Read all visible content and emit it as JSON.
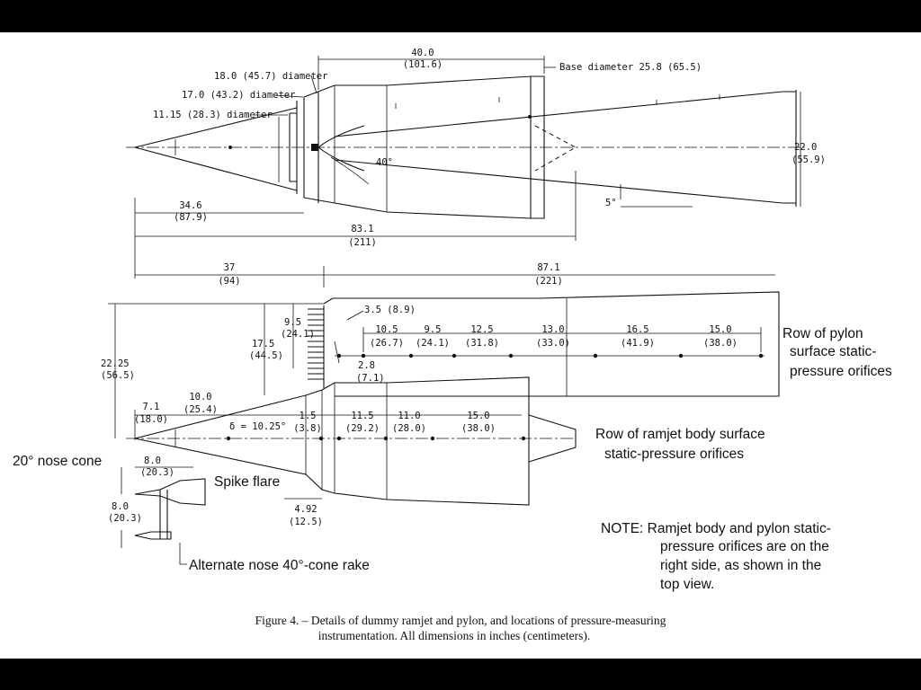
{
  "top_view": {
    "dims": {
      "len_40": "40.0",
      "len_40_cm": "(101.6)",
      "d18": "18.0 (45.7) diameter",
      "d17": "17.0 (43.2) diameter",
      "d1115": "11.15 (28.3) diameter",
      "base": "Base diameter 25.8 (65.5)",
      "angle40": "40°",
      "d22": "22.0",
      "d22_cm": "(55.9)",
      "angle5": "5°",
      "l346": "34.6",
      "l346_cm": "(87.9)",
      "l831": "83.1",
      "l831_cm": "(211)"
    }
  },
  "side_view": {
    "dims": {
      "l37": "37",
      "l37_cm": "(94)",
      "l871": "87.1",
      "l871_cm": "(221)",
      "h2225": "22.25",
      "h2225_cm": "(56.5)",
      "h175": "17.5",
      "h175_cm": "(44.5)",
      "h95": "9.5",
      "h95_cm": "(24.1)",
      "p35": "3.5 (8.9)",
      "p28": "2.8",
      "p28_cm": "(7.1)",
      "n71": "7.1",
      "n71_cm": "(18.0)",
      "n100": "10.0",
      "n100_cm": "(25.4)",
      "delta": "δ = 10.25°",
      "b15": "1.5",
      "b15_cm": "(3.8)",
      "b115": "11.5",
      "b115_cm": "(29.2)",
      "b110": "11.0",
      "b110_cm": "(28.0)",
      "b150": "15.0",
      "b150_cm": "(38.0)",
      "s492": "4.92",
      "s492_cm": "(12.5)",
      "r80a": "8.0",
      "r80a_cm": "(20.3)",
      "r80b": "8.0",
      "r80b_cm": "(20.3)"
    },
    "pylon_spacings": [
      {
        "v": "10.5",
        "cm": "(26.7)"
      },
      {
        "v": "9.5",
        "cm": "(24.1)"
      },
      {
        "v": "12.5",
        "cm": "(31.8)"
      },
      {
        "v": "13.0",
        "cm": "(33.0)"
      },
      {
        "v": "16.5",
        "cm": "(41.9)"
      },
      {
        "v": "15.0",
        "cm": "(38.0)"
      }
    ]
  },
  "labels": {
    "pylon_orifices": [
      "Row of pylon",
      "surface static-",
      "pressure orifices"
    ],
    "body_orifices": [
      "Row of ramjet body surface",
      "static-pressure orifices"
    ],
    "nose_cone": "20° nose cone",
    "spike_flare": "Spike flare",
    "alt_nose": "Alternate nose 40°-cone rake",
    "note": [
      "NOTE:  Ramjet body and pylon static-",
      "pressure orifices are on the",
      "right side, as shown in the",
      "top view."
    ]
  },
  "caption": {
    "line1": "Figure 4. – Details of dummy ramjet and pylon, and locations of pressure-measuring",
    "line2": "instrumentation.  All dimensions in inches (centimeters)."
  }
}
